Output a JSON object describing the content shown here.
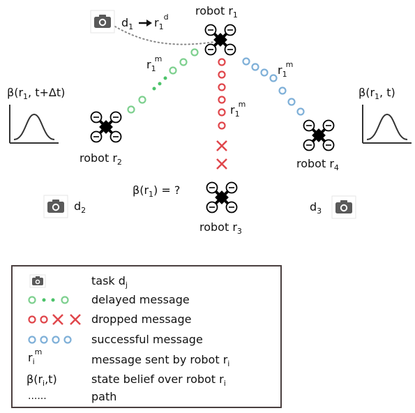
{
  "labels": {
    "robot_r1": {
      "main": "robot r",
      "sub": "1"
    },
    "robot_r2": {
      "main": "robot r",
      "sub": "2"
    },
    "robot_r3": {
      "main": "robot r",
      "sub": "3"
    },
    "robot_r4": {
      "main": "robot r",
      "sub": "4"
    },
    "d1_to_r1d": {
      "d": "d",
      "d_sub": "1",
      "r": "r",
      "r_sub": "1",
      "r_sup": "d"
    },
    "msg_r1m": {
      "main": "r",
      "sub": "1",
      "sup": "m"
    },
    "belief_left": {
      "pre": "β(r",
      "sub": "1",
      "post": ", t+Δt)"
    },
    "belief_right": {
      "pre": "β(r",
      "sub": "1",
      "post": ", t)"
    },
    "belief_unknown": {
      "pre": "β(r",
      "sub": "1",
      "post": ") = ?"
    },
    "task_d2": {
      "main": "d",
      "sub": "2"
    },
    "task_d3": {
      "main": "d",
      "sub": "3"
    }
  },
  "colors": {
    "delayed": "#7ed08f",
    "delayed_fill": "#4cc36a",
    "dropped": "#e0474c",
    "successful": "#7fb0d8",
    "path": "#888888",
    "robot": "#000000",
    "camera": "#5a5a5a"
  },
  "icons": [
    "camera-icon",
    "quadcopter-icon",
    "gaussian-curve-icon"
  ],
  "legend": {
    "task": {
      "main": "task d",
      "sub": "j"
    },
    "delayed": "delayed message",
    "dropped": "dropped message",
    "successful": "successful message",
    "msg_sent_symbol": {
      "main": "r",
      "sub": "i",
      "sup": "m"
    },
    "msg_sent": {
      "main": "message sent by robot r",
      "sub": "i"
    },
    "belief_symbol": {
      "pre": "β(r",
      "sub": "i",
      "post": ",t)"
    },
    "belief": {
      "main": "state belief over robot r",
      "sub": "i"
    },
    "path_symbol": "......",
    "path": "path"
  }
}
